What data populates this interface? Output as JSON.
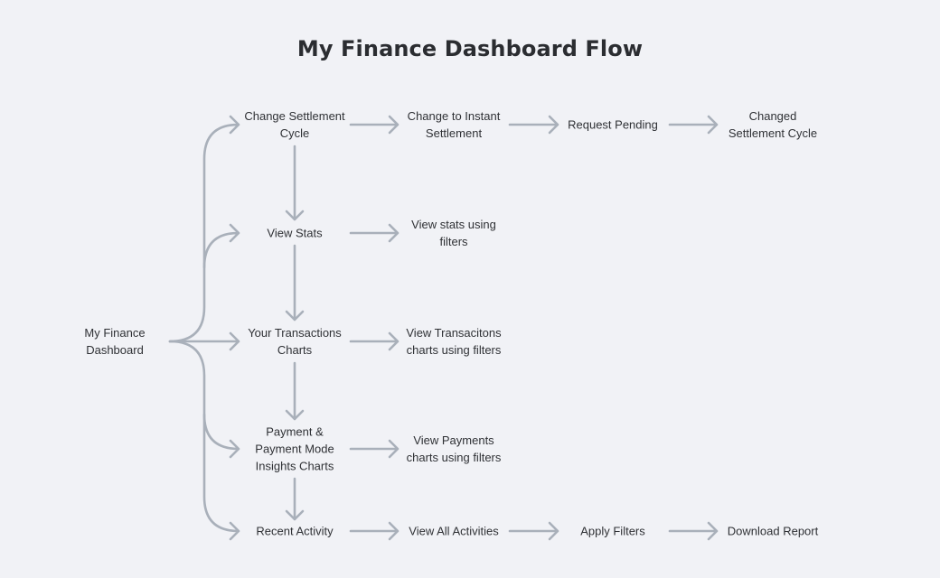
{
  "title": "My Finance Dashboard Flow",
  "colors": {
    "background": "#f1f2f6",
    "text": "#2f3135",
    "connector": "#a9b0ba"
  },
  "nodes": {
    "root": [
      "My Finance",
      "Dashboard"
    ],
    "change_settlement_cycle": [
      "Change Settlement",
      "Cycle"
    ],
    "change_to_instant": [
      "Change to Instant",
      "Settlement"
    ],
    "request_pending": [
      "Request Pending"
    ],
    "changed_settlement_cycle": [
      "Changed",
      "Settlement Cycle"
    ],
    "view_stats": [
      "View Stats"
    ],
    "view_stats_filters": [
      "View stats using",
      "filters"
    ],
    "your_transactions_charts": [
      "Your Transactions",
      "Charts"
    ],
    "view_transactions_filters": [
      "View  Transacitons",
      "charts using filters"
    ],
    "payment_insights": [
      "Payment &",
      "Payment Mode",
      "Insights Charts"
    ],
    "view_payments_filters": [
      "View  Payments",
      "charts using filters"
    ],
    "recent_activity": [
      "Recent Activity"
    ],
    "view_all_activities": [
      "View  All Activities"
    ],
    "apply_filters": [
      "Apply Filters"
    ],
    "download_report": [
      "Download Report"
    ]
  }
}
